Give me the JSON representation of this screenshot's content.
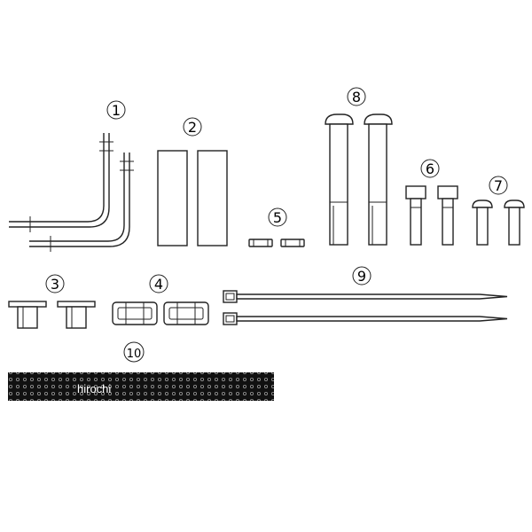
{
  "labels": {
    "p1": "1",
    "p2": "2",
    "p3": "3",
    "p4": "4",
    "p5": "5",
    "p6": "6",
    "p7": "7",
    "p8": "8",
    "p9": "9",
    "p10": "10"
  },
  "watermark": "hirochi",
  "colors": {
    "stroke": "#222222",
    "strip": "#111111"
  }
}
